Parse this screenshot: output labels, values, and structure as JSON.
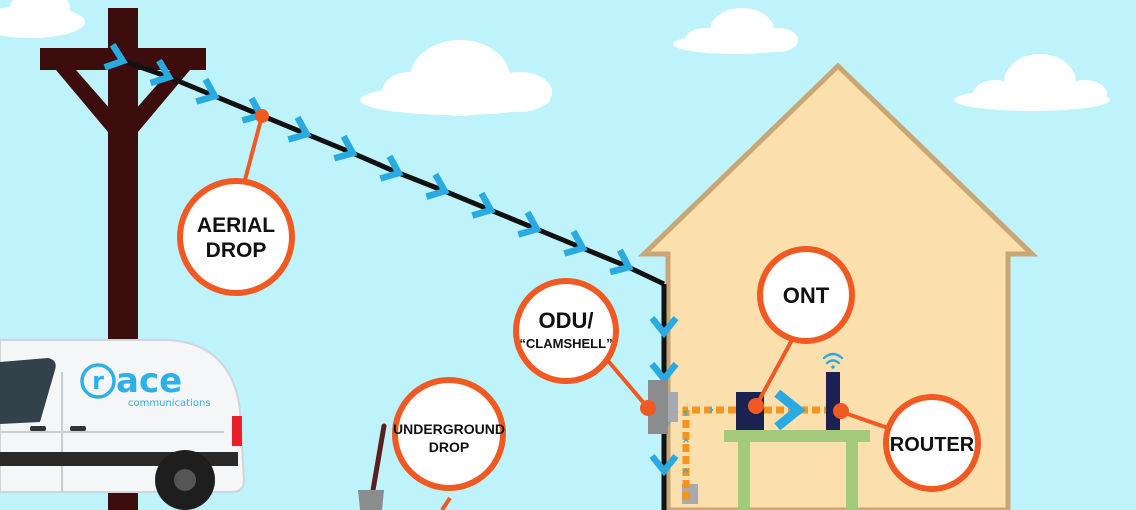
{
  "labels": {
    "aerial_drop": [
      "AERIAL",
      "DROP"
    ],
    "odu": [
      "ODU/",
      "“CLAMSHELL”"
    ],
    "underground_drop": [
      "UNDERGROUND",
      "DROP"
    ],
    "ont": "ONT",
    "router": "ROUTER"
  },
  "brand": {
    "initial": "r",
    "name": "ace",
    "tagline": "communications"
  },
  "colors": {
    "sky": "#bff3fb",
    "callout": "#f05a22",
    "fiber_indoor": "#f7941d",
    "signal_arrow": "#29abe2",
    "house_fill": "#fbe0ad",
    "house_outline": "#c9a673",
    "pole": "#3d0d0d",
    "table": "#a3c97a",
    "device": "#1b2150",
    "brand_blue": "#2bb0e8"
  },
  "icons": [
    "wifi-icon",
    "shovel-icon",
    "utility-pole-icon",
    "van-icon",
    "house-icon"
  ]
}
